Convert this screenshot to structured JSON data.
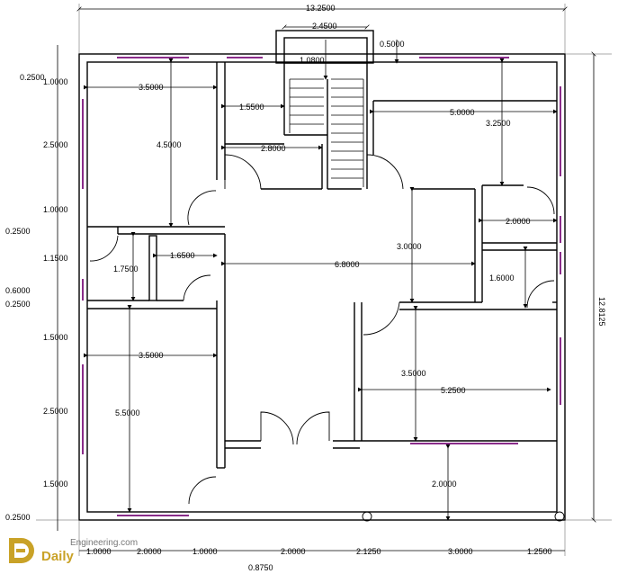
{
  "drawing": {
    "dims": {
      "top_total": "13.2500",
      "stair_width": "2.4500",
      "stair_offset": "0.5000",
      "stair_landing": "1.0800",
      "room_nw_width": "3.5000",
      "room_nw_height": "4.5000",
      "corridor_1": "1.5500",
      "corridor_2": "2.8000",
      "room_ne_width": "5.0000",
      "room_ne_height": "3.2500",
      "bath_1": "2.0000",
      "hall_height": "3.0000",
      "hall_width": "6.8000",
      "bath_2": "1.6000",
      "wc_width": "1.6500",
      "wc_height": "1.7500",
      "room_sw_width": "3.5000",
      "room_sw_height": "5.5000",
      "room_se_height": "3.5000",
      "room_se_width": "5.2500",
      "porch_depth": "2.0000",
      "right_total": "12.8125",
      "left": [
        "0.2500",
        "1.0000",
        "2.5000",
        "1.0000",
        "0.2500",
        "1.1500",
        "0.6000",
        "0.2500",
        "1.5000",
        "2.5000",
        "1.5000",
        "0.2500"
      ],
      "bottom": [
        "1.0000",
        "2.0000",
        "1.0000",
        "2.0000",
        "2.1250",
        "3.0000",
        "1.2500"
      ],
      "bottom_small": "0.8750"
    }
  },
  "brand": {
    "daily": "Daily",
    "engineering": "Engineering.com"
  },
  "colors": {
    "window": "#8a2c8a",
    "brand": "#c9a227"
  }
}
